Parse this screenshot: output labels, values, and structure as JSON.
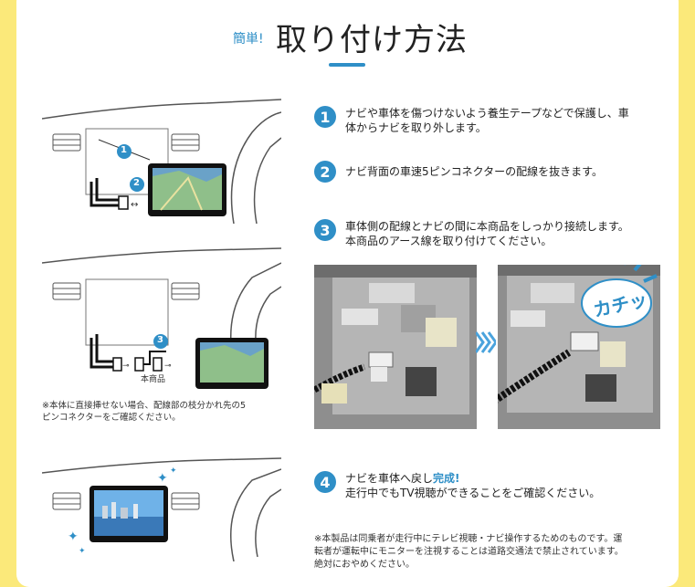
{
  "header": {
    "small": "簡単!",
    "main": "取り付け方法"
  },
  "steps": [
    {
      "num": "1",
      "line1": "ナビや車体を傷つけないよう養生テープなどで保護し、車",
      "line2": "体からナビを取り外します。"
    },
    {
      "num": "2",
      "line1": "ナビ背面の車速5ピンコネクターの配線を抜きます。"
    },
    {
      "num": "3",
      "line1": "車体側の配線とナビの間に本商品をしっかり接続します。",
      "line2": "本商品のアース線を取り付けてください。"
    },
    {
      "num": "4",
      "pre": "ナビを車体へ戻し",
      "highlight": "完成!",
      "line2": "走行中でもTV視聴ができることをご確認ください。"
    }
  ],
  "illustration": {
    "marker1": "1",
    "marker2": "2",
    "marker3": "3",
    "product_label": "本商品",
    "burst_text": "カチッ"
  },
  "note_left": {
    "line1": "※本体に直接挿せない場合、配線部の枝分かれ先の5",
    "line2": "ピンコネクターをご確認ください。"
  },
  "note_bottom": {
    "line1": "※本製品は同乗者が走行中にテレビ視聴・ナビ操作するためのものです。運",
    "line2": "転者が運転中にモニターを注視することは道路交通法で禁止されています。",
    "line3": "絶対におやめください。"
  },
  "colors": {
    "accent": "#2f8fc7",
    "background": "#fbe97a"
  }
}
